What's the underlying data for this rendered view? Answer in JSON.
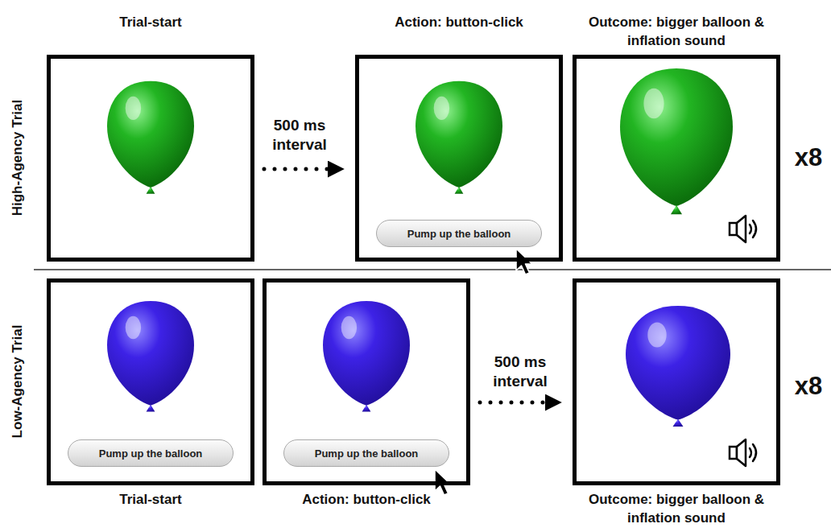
{
  "diagram": {
    "nodes": [
      {
        "text": [
          "Trial-start"
        ]
      },
      {
        "text": [
          "Action: button-click"
        ]
      },
      {
        "text": [
          "Pump up the balloon"
        ],
        "in": 1
      },
      {
        "text": [
          "Outcome: bigger balloon & inflation sound"
        ]
      },
      {
        "text": [
          "Trial-start"
        ]
      },
      {
        "text": [
          "Pump up the balloon"
        ],
        "in": 4
      },
      {
        "text": [
          "Action: button-click"
        ]
      },
      {
        "text": [
          "Pump up the balloon"
        ],
        "in": 6
      },
      {
        "text": [
          "Outcome: bigger balloon & inflation sound"
        ]
      }
    ],
    "edges": [
      {
        "from": 0,
        "to": 1,
        "label": "500 ms interval",
        "arrow": "to"
      },
      {
        "from": 6,
        "to": 8,
        "label": "500 ms interval",
        "arrow": "to"
      }
    ],
    "labels": [
      "High-Agency Trial",
      "x8",
      "Low-Agency Trial",
      "x8"
    ]
  }
}
